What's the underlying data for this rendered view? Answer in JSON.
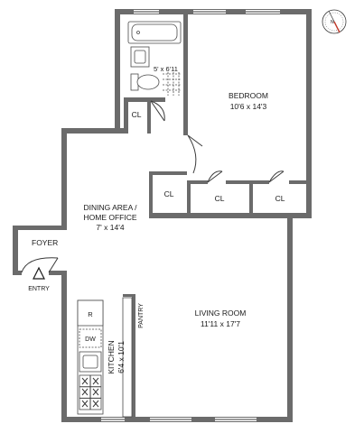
{
  "rooms": {
    "bath_size": "5' x 6'11",
    "bedroom_name": "BEDROOM",
    "bedroom_size": "10'6 x 14'3",
    "dining_name_1": "DINING AREA /",
    "dining_name_2": "HOME OFFICE",
    "dining_size": "7' x 14'4",
    "foyer_name": "FOYER",
    "entry_name": "ENTRY",
    "living_name": "LIVING ROOM",
    "living_size": "11'11 x 17'7",
    "kitchen_name": "KITCHEN",
    "kitchen_size": "6'4 x 10'1",
    "pantry_name": "PANTRY"
  },
  "closets": {
    "cl_bath": "CL",
    "cl_dining": "CL",
    "cl_bed_left": "CL",
    "cl_bed_right": "CL"
  },
  "appliances": {
    "refrigerator": "R",
    "dishwasher": "DW"
  },
  "compass": {
    "label": "N"
  },
  "colors": {
    "wall": "#6b6b6b",
    "line": "#3a3a3a",
    "text": "#1a1a1a"
  }
}
